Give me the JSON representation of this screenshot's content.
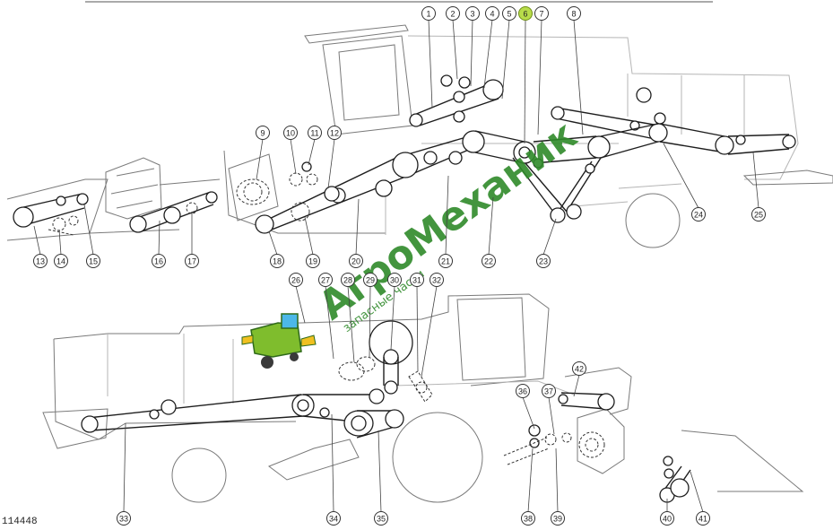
{
  "diagram": {
    "catalog_number": "114448",
    "highlight_color": "#b8dc4a",
    "watermark": {
      "title": "АгроМеханик",
      "subtitle": "запасные части",
      "color": "#2f8a2a"
    },
    "callouts": [
      {
        "n": "1"
      },
      {
        "n": "2"
      },
      {
        "n": "3"
      },
      {
        "n": "4"
      },
      {
        "n": "5"
      },
      {
        "n": "6",
        "highlighted": true
      },
      {
        "n": "7"
      },
      {
        "n": "8"
      },
      {
        "n": "9"
      },
      {
        "n": "10"
      },
      {
        "n": "11"
      },
      {
        "n": "12"
      },
      {
        "n": "13"
      },
      {
        "n": "14"
      },
      {
        "n": "15"
      },
      {
        "n": "16"
      },
      {
        "n": "17"
      },
      {
        "n": "18"
      },
      {
        "n": "19"
      },
      {
        "n": "20"
      },
      {
        "n": "21"
      },
      {
        "n": "22"
      },
      {
        "n": "23"
      },
      {
        "n": "24"
      },
      {
        "n": "25"
      },
      {
        "n": "26"
      },
      {
        "n": "27"
      },
      {
        "n": "28"
      },
      {
        "n": "29"
      },
      {
        "n": "30"
      },
      {
        "n": "31"
      },
      {
        "n": "32"
      },
      {
        "n": "33"
      },
      {
        "n": "34"
      },
      {
        "n": "35"
      },
      {
        "n": "36"
      },
      {
        "n": "37"
      },
      {
        "n": "38"
      },
      {
        "n": "39"
      },
      {
        "n": "40"
      },
      {
        "n": "41"
      },
      {
        "n": "42"
      }
    ]
  }
}
